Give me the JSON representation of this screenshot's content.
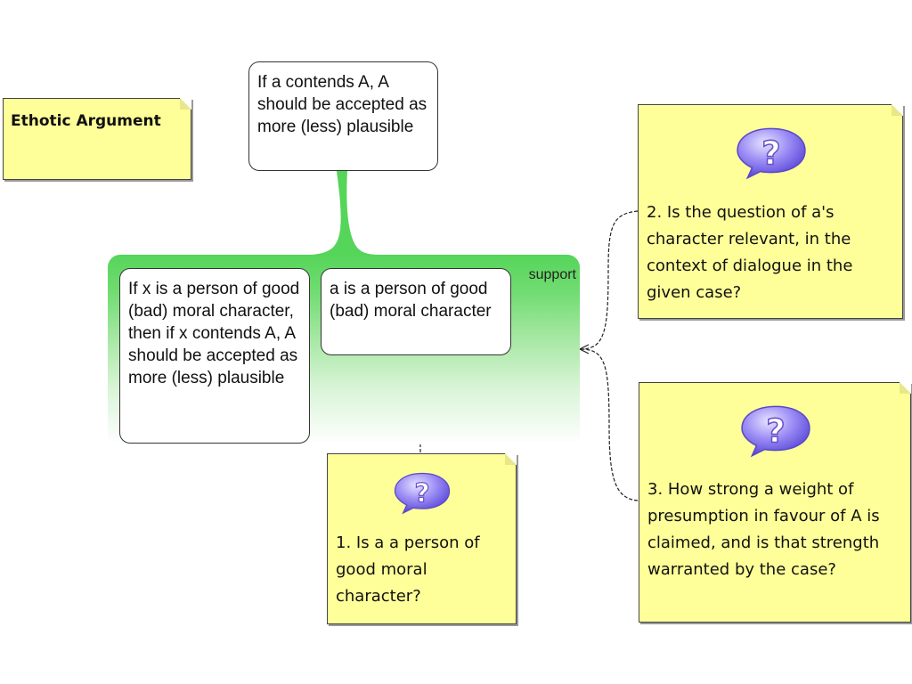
{
  "title_note": {
    "text": "Ethotic Argument"
  },
  "conclusion": {
    "text": "If a contends A, A should be accepted as more (less) plausible"
  },
  "support": {
    "label": "support",
    "premises": [
      {
        "text": "If x is a person of good (bad) moral character, then if x contends A, A should be accepted as more (less) plausible"
      },
      {
        "text": "a is a person of good (bad) moral character"
      }
    ]
  },
  "critical_questions": [
    {
      "icon": "question-bubble-icon",
      "text": "1. Is a a person of good moral character?"
    },
    {
      "icon": "question-bubble-icon",
      "text": "2. Is the question of a's character relevant, in the context of dialogue in the given case?"
    },
    {
      "icon": "question-bubble-icon",
      "text": "3. How strong a weight of presumption in favour of A is claimed, and is that strength warranted by the case?"
    }
  ],
  "colors": {
    "support_green": "#55d55a",
    "note_yellow": "#ffff99",
    "icon_purple": "#8a7cf0"
  }
}
